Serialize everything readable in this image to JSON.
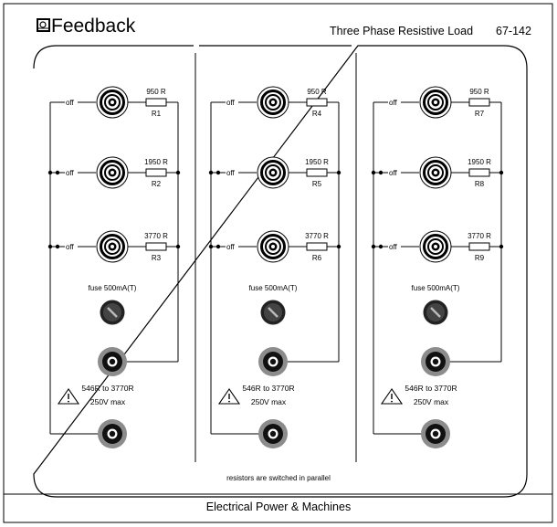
{
  "header": {
    "brand": "Feedback",
    "product_title": "Three Phase Resistive Load",
    "model_number": "67-142"
  },
  "phases": [
    {
      "switches": [
        {
          "off_label": "off",
          "resistance": "950 R",
          "designator": "R1"
        },
        {
          "off_label": "off",
          "resistance": "1950 R",
          "designator": "R2"
        },
        {
          "off_label": "off",
          "resistance": "3770 R",
          "designator": "R3"
        }
      ],
      "fuse_label": "fuse 500mA(T)",
      "range_label": "546R to 3770R",
      "voltage_label": "250V max"
    },
    {
      "switches": [
        {
          "off_label": "off",
          "resistance": "950 R",
          "designator": "R4"
        },
        {
          "off_label": "off",
          "resistance": "1950 R",
          "designator": "R5"
        },
        {
          "off_label": "off",
          "resistance": "3770 R",
          "designator": "R6"
        }
      ],
      "fuse_label": "fuse 500mA(T)",
      "range_label": "546R to 3770R",
      "voltage_label": "250V max"
    },
    {
      "switches": [
        {
          "off_label": "off",
          "resistance": "950 R",
          "designator": "R7"
        },
        {
          "off_label": "off",
          "resistance": "1950 R",
          "designator": "R8"
        },
        {
          "off_label": "off",
          "resistance": "3770 R",
          "designator": "R9"
        }
      ],
      "fuse_label": "fuse 500mA(T)",
      "range_label": "546R to 3770R",
      "voltage_label": "250V max"
    }
  ],
  "parallel_note": "resistors are switched in parallel",
  "footer_title": "Electrical Power & Machines",
  "colors": {
    "ink": "#000000",
    "fuse_accent": "#cc0000",
    "terminal_ring": "#8c8c8c"
  },
  "icons": [
    "feedback-logo-icon",
    "warning-triangle-icon",
    "rotary-switch-icon",
    "fuse-holder-icon",
    "terminal-socket-icon",
    "resistor-icon"
  ]
}
